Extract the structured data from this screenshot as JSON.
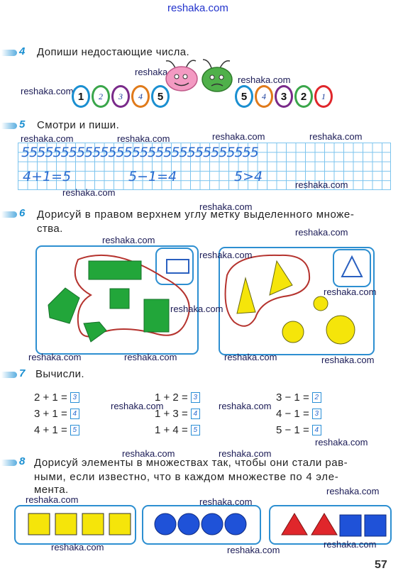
{
  "watermark": "reshaka.com",
  "task4": {
    "number": "4",
    "text": "Допиши недостающие числа.",
    "left_beads": [
      "1",
      "2",
      "3",
      "4",
      "5"
    ],
    "right_beads": [
      "5",
      "4",
      "3",
      "2",
      "1"
    ]
  },
  "task5": {
    "number": "5",
    "text": "Смотри и пиши.",
    "digit_row": "5 5 5 5 5 5 5 5 5 5 5 5 5 5 5 5 5 5 5 5 5 5 5 5 5 5 5 5 5 5",
    "written": [
      "4+1=5",
      "5−1=4",
      "5>4"
    ]
  },
  "task6": {
    "number": "6",
    "text_line1": "Дорисуй в правом верхнем углу метку выделенного множе-",
    "text_line2": "ства."
  },
  "task7": {
    "number": "7",
    "text": "Вычисли.",
    "col1": [
      {
        "expr": "2 + 1 =",
        "answer": "3"
      },
      {
        "expr": "3 + 1 =",
        "answer": "4"
      },
      {
        "expr": "4 + 1 =",
        "answer": "5"
      }
    ],
    "col2": [
      {
        "expr": "1 + 2 =",
        "answer": "3"
      },
      {
        "expr": "1 + 3 =",
        "answer": "4"
      },
      {
        "expr": "1 + 4 =",
        "answer": "5"
      }
    ],
    "col3": [
      {
        "expr": "3 − 1 =",
        "answer": "2"
      },
      {
        "expr": "4 − 1 =",
        "answer": "3"
      },
      {
        "expr": "5 − 1 =",
        "answer": "4"
      }
    ]
  },
  "task8": {
    "number": "8",
    "text_line1": "Дорисуй элементы в множествах так, чтобы они стали рав-",
    "text_line2": "ными, если известно, что в каждом множестве по 4 эле-",
    "text_line3": "мента."
  },
  "page_number": "57",
  "colors": {
    "accent": "#1a8fd1",
    "green": "#22a63a",
    "yellow": "#f5e50a",
    "blue": "#1f52d8",
    "red": "#e0262b",
    "outline_red": "#b5332e",
    "panel_border": "#2d8fd1"
  }
}
